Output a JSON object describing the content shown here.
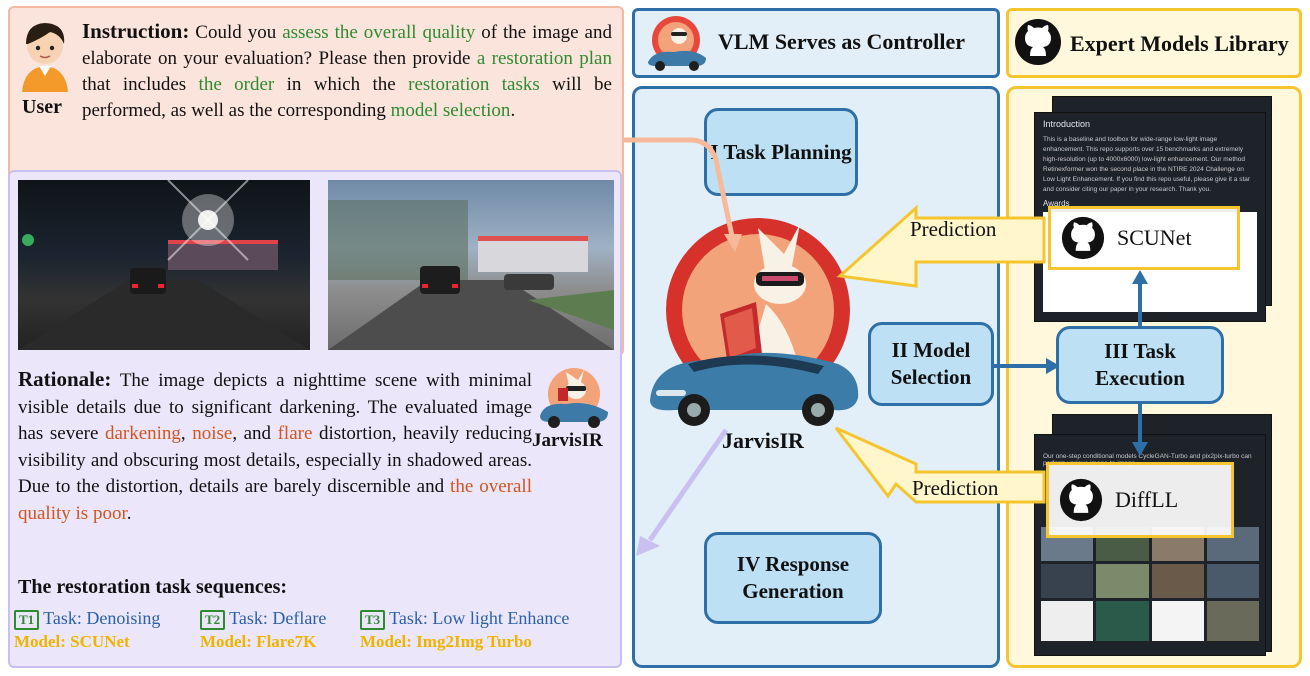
{
  "user": {
    "label": "User",
    "instruction_lead": "Instruction:",
    "instruction_segments": [
      {
        "text": " Could you ",
        "c": ""
      },
      {
        "text": "assess the overall quality",
        "c": "g"
      },
      {
        "text": " of the image and elaborate on your evaluation? Please then provide ",
        "c": ""
      },
      {
        "text": "a restoration plan",
        "c": "g"
      },
      {
        "text": " that includes ",
        "c": ""
      },
      {
        "text": "the order",
        "c": "g"
      },
      {
        "text": " in which the ",
        "c": ""
      },
      {
        "text": "restoration tasks",
        "c": "g"
      },
      {
        "text": " will be performed, as well as the corresponding ",
        "c": ""
      },
      {
        "text": "model selection",
        "c": "g"
      },
      {
        "text": ".",
        "c": ""
      }
    ]
  },
  "rationale": {
    "lead": "Rationale:",
    "segments": [
      {
        "text": " The image depicts a nighttime scene with minimal visible details due to significant darkening. The evaluated image has severe ",
        "c": ""
      },
      {
        "text": "darkening",
        "c": "o"
      },
      {
        "text": ", ",
        "c": ""
      },
      {
        "text": "noise",
        "c": "o"
      },
      {
        "text": ", and ",
        "c": ""
      },
      {
        "text": "flare",
        "c": "o"
      },
      {
        "text": " distortion, heavily reducing visibility and obscuring most details, especially in shadowed areas. Due to the distortion, details are barely discernible and ",
        "c": ""
      },
      {
        "text": "the overall quality is poor",
        "c": "o"
      },
      {
        "text": ".",
        "c": ""
      }
    ],
    "agent_label": "JarvisIR"
  },
  "sequence": {
    "title": "The restoration task sequences:",
    "steps": [
      {
        "tag": "T1",
        "task": "Task: Denoising",
        "model": "Model: SCUNet"
      },
      {
        "tag": "T2",
        "task": "Task: Deflare",
        "model": "Model: Flare7K"
      },
      {
        "tag": "T3",
        "task": "Task: Low light Enhance",
        "model": "Model: Img2Img Turbo"
      }
    ]
  },
  "controller": {
    "header": "VLM Serves as Controller",
    "step1": "I Task Planning",
    "step2": "II Model Selection",
    "step4": "IV Response Generation",
    "agent_label": "JarvisIR"
  },
  "library": {
    "header": "Expert Models Library",
    "step3": "III Task Execution",
    "prediction_label": "Prediction",
    "model_a": "SCUNet",
    "model_b": "DiffLL",
    "doc_a_heading": "Introduction",
    "doc_a_text": "This is a baseline and toolbox for wide-range low-light image enhancement. This repo supports over 15 benchmarks and extremely high-resolution (up to 4000x6000) low-light enhancement. Our method Retinexformer won the second place in the NTIRE 2024 Challenge on Low Light Enhancement. If you find this repo useful, please give it a star and consider citing our paper in your research. Thank you.",
    "doc_a_awards": "Awards",
    "doc_b_text": "Our one-step conditional models CycleGAN-Turbo and pix2pix-turbo can perform various image-to-image"
  },
  "colors": {
    "instruction_bg": "#fbe4dc",
    "rationale_bg": "#ebe6fa",
    "controller_blue": "#2f6fa8",
    "library_yellow": "#f5c530",
    "highlight_green": "#2e8b2e",
    "highlight_orange": "#d2541f"
  }
}
